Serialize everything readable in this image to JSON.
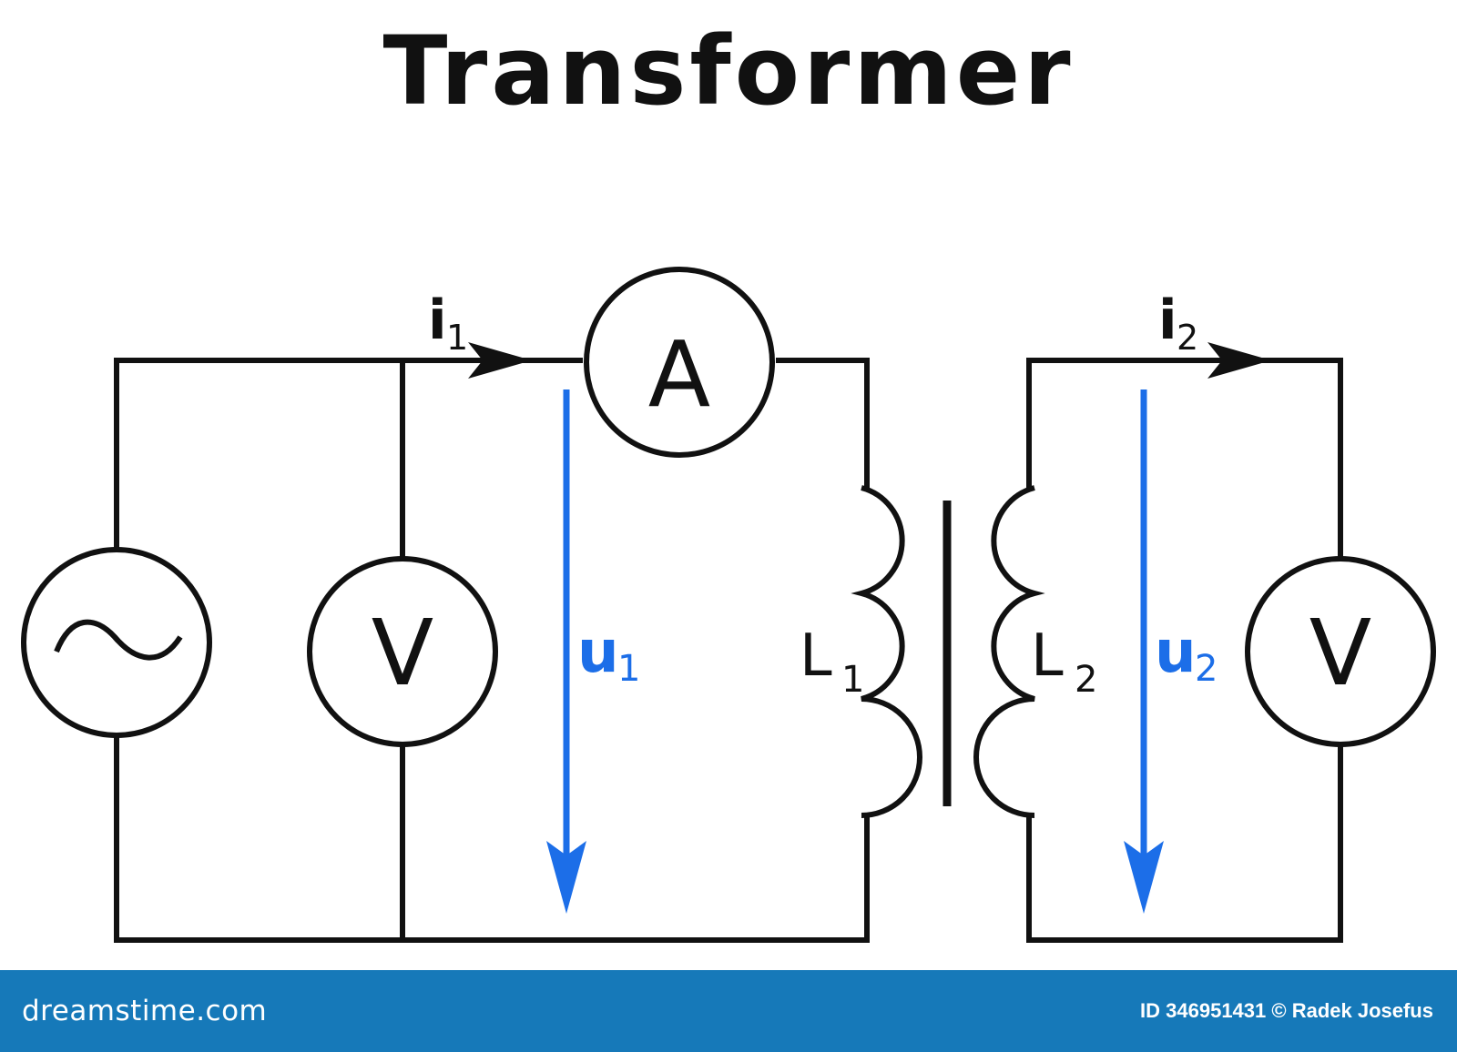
{
  "title": "Transformer",
  "colors": {
    "wire": "#111111",
    "voltage_arrow": "#1c6ee8",
    "footer_bg": "#1679b9",
    "footer_text": "#ffffff"
  },
  "labels": {
    "i1_main": "i",
    "i1_sub": "1",
    "i2_main": "i",
    "i2_sub": "2",
    "u1_main": "u",
    "u1_sub": "1",
    "u2_main": "u",
    "u2_sub": "2",
    "L1_main": "L",
    "L1_sub": "1",
    "L2_main": "L",
    "L2_sub": "2",
    "ammeter": "A",
    "voltmeter_primary": "V",
    "voltmeter_secondary": "V"
  },
  "icons": {
    "ac_source": "sine-wave-icon"
  },
  "footer": {
    "brand": "dreamstime.com",
    "credit": "ID 346951431 © Radek Josefus"
  }
}
